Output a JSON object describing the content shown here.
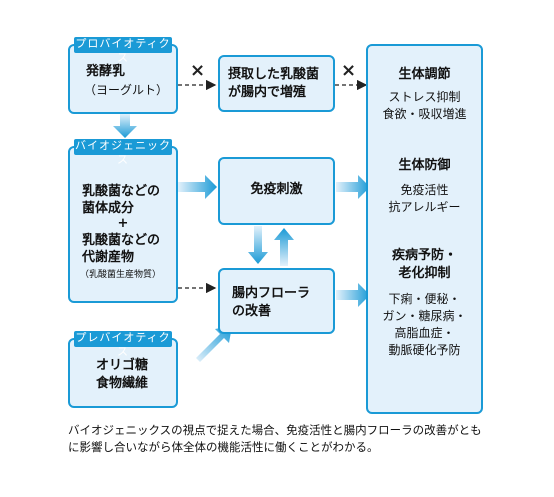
{
  "probiotics": {
    "tab": "プロバイオティクス",
    "line1": "発酵乳",
    "line2": "（ヨーグルト）"
  },
  "biogenics": {
    "tab": "バイオジェニックス",
    "line1": "乳酸菌などの",
    "line2": "菌体成分",
    "plus": "+",
    "line3": "乳酸菌などの",
    "line4": "代謝産物",
    "note": "（乳酸菌生産物質）"
  },
  "prebiotics": {
    "tab": "プレバイオティクス",
    "line1": "オリゴ糖",
    "line2": "食物繊維"
  },
  "intake": {
    "line1": "摂取した乳酸菌",
    "line2": "が腸内で増殖"
  },
  "immune": {
    "label": "免疫刺激"
  },
  "flora": {
    "line1": "腸内フローラ",
    "line2": "の改善"
  },
  "effects": {
    "regulation": {
      "title": "生体調節",
      "items": [
        "ストレス抑制",
        "食欲・吸収増進"
      ]
    },
    "defense": {
      "title": "生体防御",
      "items": [
        "免疫活性",
        "抗アレルギー"
      ]
    },
    "disease": {
      "title1": "疾病予防・",
      "title2": "老化抑制",
      "items": [
        "下痢・便秘・",
        "ガン・糖尿病・",
        "高脂血症・",
        "動脈硬化予防"
      ]
    }
  },
  "marks": {
    "cross": "×"
  },
  "caption": "バイオジェニックスの視点で捉えた場合、免疫活性と腸内フローラの改善がともに影響し合いながら体全体の機能活性に働くことがわかる。",
  "colors": {
    "accent": "#1a9ad6",
    "fill": "#e3f1fb",
    "arrow_start": "#e3f1fb",
    "arrow_end": "#1a9ad6"
  }
}
